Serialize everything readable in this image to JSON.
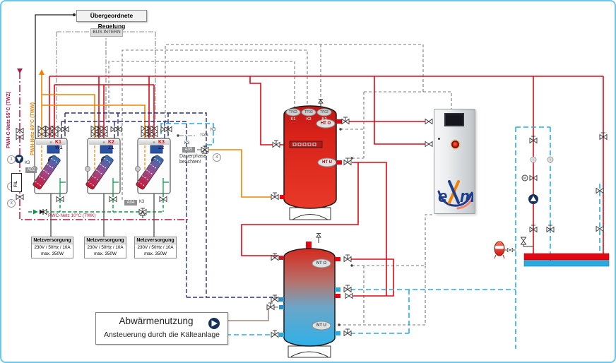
{
  "top": {
    "regulation_label": "Übergeordnete Regelung",
    "bus_label": "BUS INTERN"
  },
  "networks": {
    "pwhc": {
      "label": "PWH-C-Netz 55°C (TWZ)",
      "color": "#a81a4d"
    },
    "pwh": {
      "label": "PWH-Netz 60°C (TWW)",
      "color": "#f08200"
    },
    "pwc": {
      "label": "PWC-Netz 10°C (TWK)",
      "color": "#b5173c"
    }
  },
  "heat_pumps": [
    {
      "id": "K1",
      "zone": "W1"
    },
    {
      "id": "K2",
      "zone": "Z1"
    },
    {
      "id": "K3",
      "zone": "Z2"
    }
  ],
  "power_supplies": [
    {
      "title": "Netzversorgung",
      "spec": "230V / 50Hz / 10A",
      "max": "max. 350W"
    },
    {
      "title": "Netzversorgung",
      "spec": "230V / 50Hz / 10A",
      "max": "max. 350W"
    },
    {
      "title": "Netzversorgung",
      "spec": "230V / 50Hz / 10A",
      "max": "max. 350W"
    }
  ],
  "components": {
    "filter": "FIL",
    "pump_a02": {
      "k": "K3",
      "tag": "A02"
    },
    "valve_a04": {
      "tag": "A04",
      "k": "K3"
    },
    "mixer_a05": {
      "k": "K3",
      "tag": "A05",
      "note_line1": "Dauerphase",
      "note_line2": "beachten!"
    },
    "sensor_tf04": {
      "k": "K3",
      "tag": "TF04"
    }
  },
  "markers": {
    "m1": "1",
    "m2": "2",
    "m3": "3",
    "m4": "4"
  },
  "buffer_tank_ht": {
    "sensors": [
      {
        "tag": "TF02",
        "k": "K1"
      },
      {
        "tag": "TF02",
        "k": "K2"
      },
      {
        "tag": "TF02",
        "k": "K3"
      }
    ],
    "port_top": "HT O",
    "port_bottom": "HT U"
  },
  "buffer_tank_nt": {
    "port_top": "NT O",
    "port_bottom": "NT U"
  },
  "cabinet": {
    "logo": {
      "e": "e",
      "x": "X",
      "m": "m"
    }
  },
  "riser": {
    "motor_label": "M"
  },
  "waste_heat": {
    "title": "Abwärmenutzung",
    "subtitle": "Ansteuerung durch die Kälteanlage"
  },
  "colors": {
    "red": "#e30613",
    "orange": "#f08200",
    "green": "#009a44",
    "cyan": "#29abe2",
    "navy": "#2b2e83",
    "crimson": "#b5173c",
    "brown": "#a6897a",
    "gray_bus": "#8c8c8c"
  }
}
